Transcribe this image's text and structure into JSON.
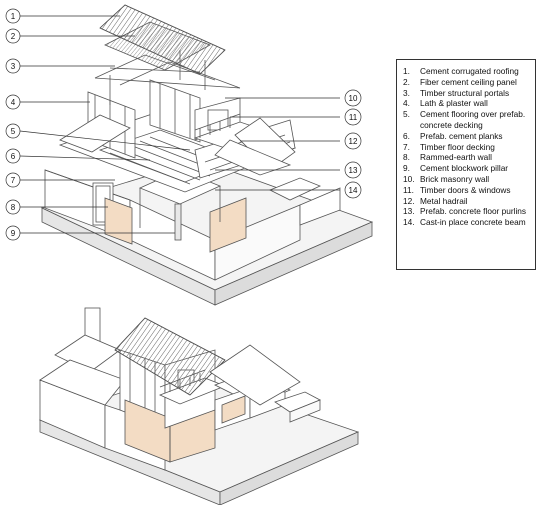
{
  "legend": {
    "items": [
      {
        "num": "1.",
        "text": "Cement corrugated roofing"
      },
      {
        "num": "2.",
        "text": "Fiber cement ceiling panel"
      },
      {
        "num": "3.",
        "text": "Timber structural portals"
      },
      {
        "num": "4.",
        "text": "Lath & plaster wall"
      },
      {
        "num": "5.",
        "text": "Cement flooring over prefab. concrete decking"
      },
      {
        "num": "6.",
        "text": "Prefab. cement planks"
      },
      {
        "num": "7.",
        "text": "Timber floor decking"
      },
      {
        "num": "8.",
        "text": "Rammed-earth wall"
      },
      {
        "num": "9.",
        "text": "Cement blockwork pillar"
      },
      {
        "num": "10.",
        "text": "Brick masonry wall"
      },
      {
        "num": "11.",
        "text": "Timber doors & windows"
      },
      {
        "num": "12.",
        "text": "Metal hadrail"
      },
      {
        "num": "13.",
        "text": "Prefab. concrete floor purlins"
      },
      {
        "num": "14.",
        "text": "Cast-in place concrete beam"
      }
    ]
  },
  "callouts": {
    "c1": "1",
    "c2": "2",
    "c3": "3",
    "c4": "4",
    "c5": "5",
    "c6": "6",
    "c7": "7",
    "c8": "8",
    "c9": "9",
    "c10": "10",
    "c11": "11",
    "c12": "12",
    "c13": "13",
    "c14": "14"
  },
  "colors": {
    "line": "#555555",
    "wall_earth": "#f3dcc4",
    "ground": "#f4f4f4"
  }
}
